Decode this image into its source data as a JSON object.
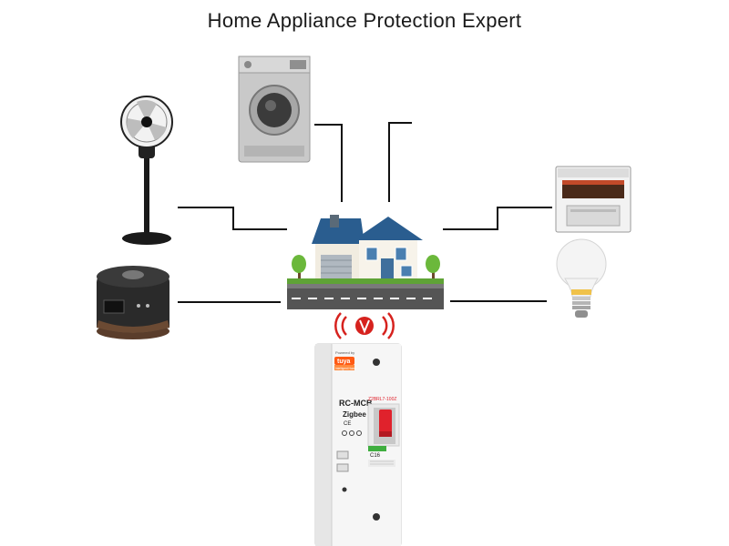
{
  "title": "Home Appliance Protection Expert",
  "device": {
    "powered_by": "Powered by",
    "brand": "tuya",
    "brand_sub": "Intelligent Home",
    "model": "RC-MCB",
    "protocol": "Zigbee",
    "ce_mark": "CE",
    "part_number": "Z2BRL7-100Z",
    "rating": "C16"
  },
  "colors": {
    "line": "#111111",
    "tuya": "#ff5a14",
    "lever": "#e0222c",
    "roof": "#2a5d8f",
    "road": "#555555",
    "grass": "#6bb83b"
  }
}
